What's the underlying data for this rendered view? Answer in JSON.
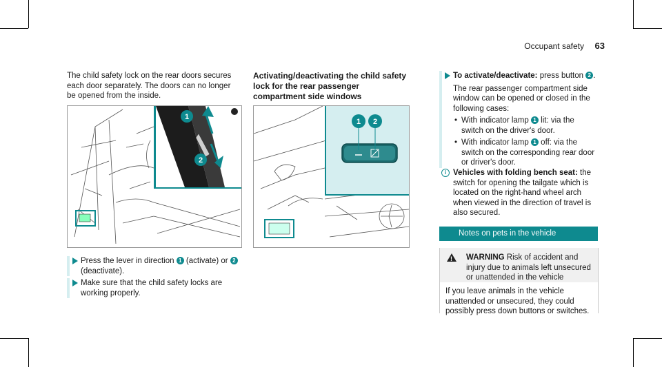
{
  "header": {
    "section": "Occupant safety",
    "page": "63"
  },
  "col1": {
    "intro": "The child safety lock on the rear doors secures each door separately. The doors can no longer be opened from the inside.",
    "callouts": [
      "1",
      "2"
    ],
    "step1_a": "Press the lever in direction ",
    "step1_num1": "1",
    "step1_b": " (activate) or ",
    "step1_num2": "2",
    "step1_c": " (deactivate).",
    "step2": "Make sure that the child safety locks are working properly."
  },
  "col2": {
    "heading": "Activating/deactivating the child safety lock for the rear passenger compartment side windows",
    "callouts": [
      "1",
      "2"
    ]
  },
  "col3": {
    "step_label": "To activate/deactivate:",
    "step_text": " press button ",
    "step_num": "2",
    "step_end": ".",
    "para": "The rear passenger compartment side window can be opened or closed in the following cases:",
    "bullet1_a": "With indicator lamp ",
    "bullet1_num": "1",
    "bullet1_b": " lit: via the switch on the driver's door.",
    "bullet2_a": "With indicator lamp ",
    "bullet2_num": "1",
    "bullet2_b": " off: via the switch on the corresponding rear door or driver's door.",
    "note_label": "Vehicles with folding bench seat:",
    "note_text": " the switch for opening the tailgate which is located on the right-hand wheel arch when viewed in the direction of travel is also secured.",
    "banner": "Notes on pets in the vehicle",
    "warning_label": "WARNING",
    "warning_text": " Risk of accident and injury due to animals left unsecured or unattended in the vehicle",
    "warning_body": "If you leave animals in the vehicle unattended or unsecured, they could possibly press down buttons or switches."
  },
  "colors": {
    "accent": "#0e8a8f",
    "accent_light": "#d5eef0"
  }
}
